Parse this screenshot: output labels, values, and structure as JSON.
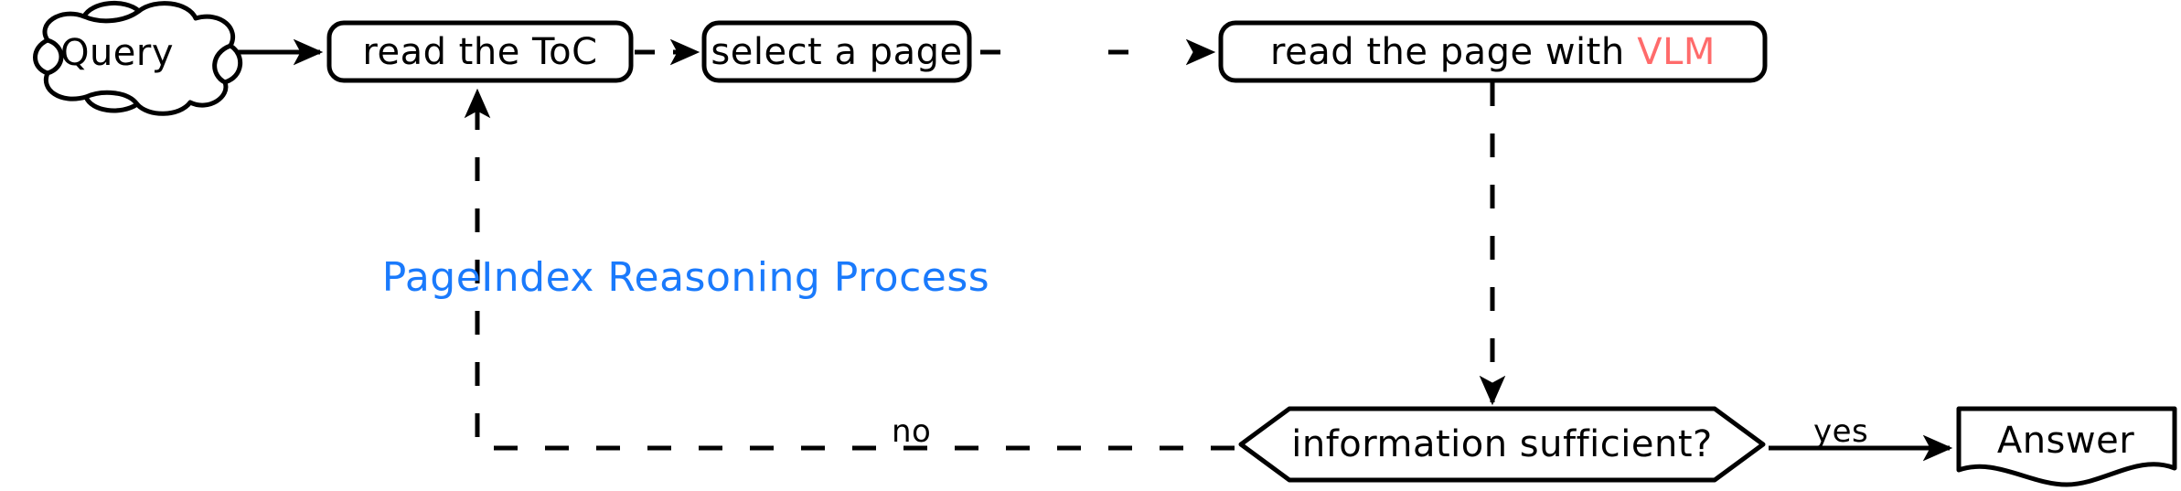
{
  "diagram": {
    "title": "PageIndex Reasoning Process",
    "title_color": "#1a7afc",
    "accent_color": "#ff6b6b",
    "line_color": "#000000",
    "background": "#ffffff",
    "nodes": {
      "query": {
        "label": "Query",
        "shape": "cloud"
      },
      "read_toc": {
        "label": "read the ToC",
        "shape": "rounded-rect"
      },
      "select_page": {
        "label": "select a page",
        "shape": "rounded-rect"
      },
      "read_page": {
        "label_prefix": "read the page with",
        "label_accent": "VLM",
        "shape": "rounded-rect"
      },
      "decision": {
        "label": "information sufficient?",
        "shape": "hexagon"
      },
      "answer": {
        "label": "Answer",
        "shape": "document"
      }
    },
    "edges": {
      "query_to_toc": {
        "label": "",
        "style": "solid"
      },
      "toc_to_select": {
        "label": "",
        "style": "dashed"
      },
      "select_to_read": {
        "label": "",
        "style": "dashed"
      },
      "read_to_decision": {
        "label": "",
        "style": "dashed"
      },
      "decision_to_toc": {
        "label": "no",
        "style": "dashed"
      },
      "decision_to_answer": {
        "label": "yes",
        "style": "solid"
      }
    }
  }
}
